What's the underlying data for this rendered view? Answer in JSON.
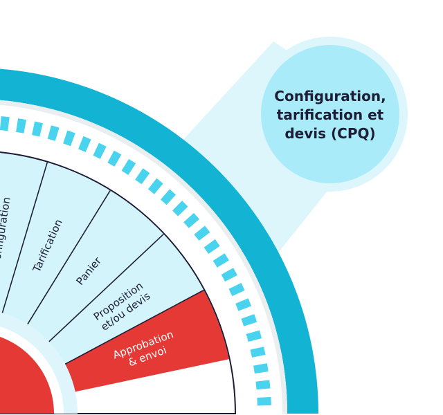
{
  "bubble": {
    "lines": [
      "Configuration,",
      "tarification et",
      "devis (CPQ)"
    ]
  },
  "segments": [
    {
      "label_lines": [
        "Configuration"
      ],
      "color": "#d3f4fb",
      "active": false
    },
    {
      "label_lines": [
        "Tarification"
      ],
      "color": "#d3f4fb",
      "active": false
    },
    {
      "label_lines": [
        "Panier"
      ],
      "color": "#d3f4fb",
      "active": false
    },
    {
      "label_lines": [
        "Proposition",
        "et/ou devis"
      ],
      "color": "#d3f4fb",
      "active": false
    },
    {
      "label_lines": [
        "Approbation",
        "& envoi"
      ],
      "color": "#e53935",
      "active": true
    }
  ],
  "colors": {
    "outer_ring": "#12b3d3",
    "dashes": "#4ad3ee",
    "bubble": "#a9ebf8",
    "beam": "#ddf6fc",
    "segment_lines": "#1d1d35",
    "hub": "#e53935"
  }
}
